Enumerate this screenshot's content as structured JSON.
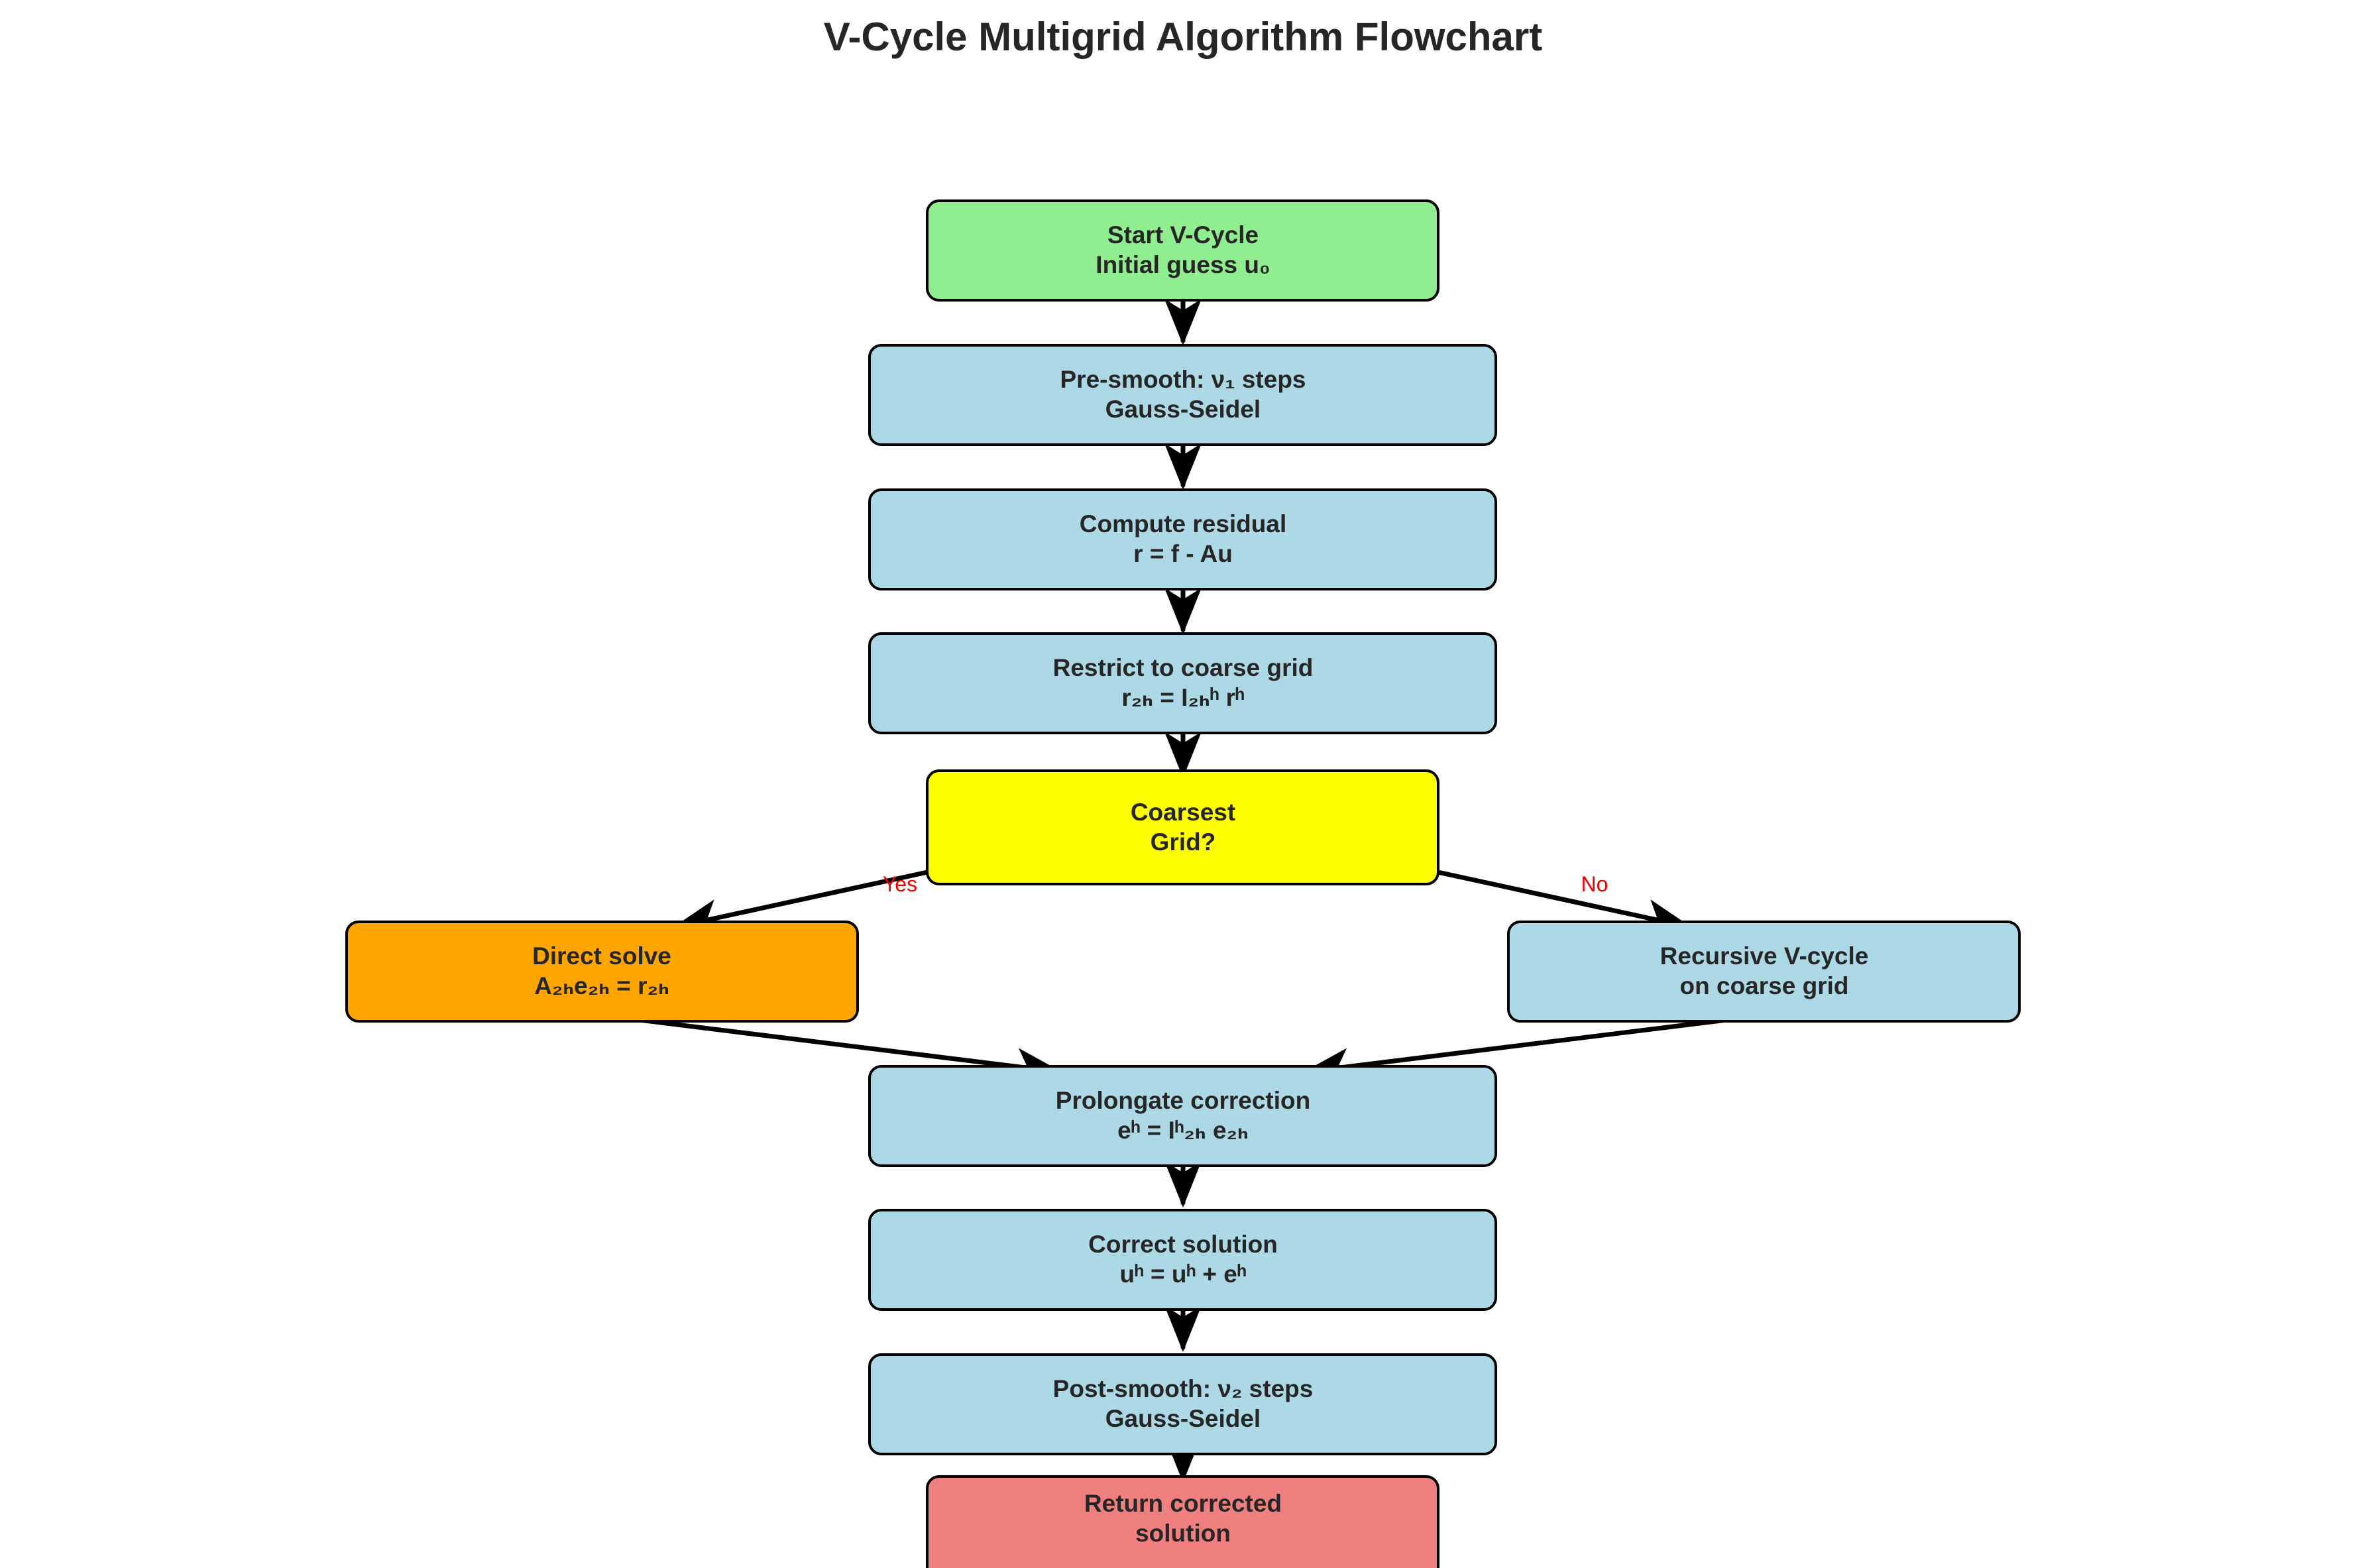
{
  "title": "V-Cycle Multigrid Algorithm Flowchart",
  "colors": {
    "start": "#90ee90",
    "process": "#add8e6",
    "decision": "#ffff00",
    "direct": "#ffa500",
    "end": "#f08080",
    "edge": "#000000",
    "edge_label": "#ee0000"
  },
  "nodes": {
    "start": {
      "line1": "Start V-Cycle",
      "line2": "Initial guess u₀"
    },
    "presmooth": {
      "line1": "Pre-smooth: ν₁ steps",
      "line2": "Gauss-Seidel"
    },
    "residual": {
      "line1": "Compute residual",
      "line2": "r = f - Au"
    },
    "restrict": {
      "line1": "Restrict to coarse grid",
      "line2": "r₂ₕ = I₂ₕʰ rʰ"
    },
    "decision": {
      "line1": "Coarsest",
      "line2": "Grid?"
    },
    "direct": {
      "line1": "Direct solve",
      "line2": "A₂ₕe₂ₕ = r₂ₕ"
    },
    "recursive": {
      "line1": "Recursive V-cycle",
      "line2": "on coarse grid"
    },
    "prolongate": {
      "line1": "Prolongate correction",
      "line2": "eʰ = Iʰ₂ₕ e₂ₕ"
    },
    "correct": {
      "line1": "Correct solution",
      "line2": "uʰ = uʰ + eʰ"
    },
    "postsmooth": {
      "line1": "Post-smooth: ν₂ steps",
      "line2": "Gauss-Seidel"
    },
    "end": {
      "line1": "Return corrected",
      "line2": "solution"
    }
  },
  "edge_labels": {
    "yes": "Yes",
    "no": "No"
  }
}
